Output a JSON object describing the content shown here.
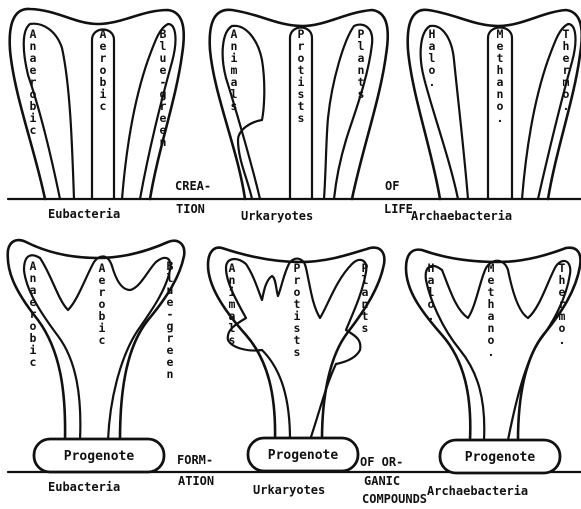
{
  "top_row": {
    "caption": [
      "CREA-",
      "TION",
      "OF",
      "LIFE"
    ],
    "groups": [
      {
        "name": "Eubacteria",
        "branches": [
          "Anaerobic",
          "Aerobic",
          "Blue-green"
        ]
      },
      {
        "name": "Urkaryotes",
        "branches": [
          "Animals",
          "Protists",
          "Plants"
        ]
      },
      {
        "name": "Archaebacteria",
        "branches": [
          "Halo.",
          "Methano.",
          "Thermo."
        ]
      }
    ]
  },
  "bottom_row": {
    "caption": [
      "FORM-",
      "ATION",
      "OF OR-",
      "GANIC",
      "COMPOUNDS"
    ],
    "root_label": "Progenote",
    "groups": [
      {
        "name": "Eubacteria",
        "branches": [
          "Anaerobic",
          "Aerobic",
          "Blue-green"
        ]
      },
      {
        "name": "Urkaryotes",
        "branches": [
          "Animals",
          "Protists",
          "Plants"
        ]
      },
      {
        "name": "Archaebacteria",
        "branches": [
          "Halo.",
          "Methano.",
          "Thermo."
        ]
      }
    ]
  }
}
